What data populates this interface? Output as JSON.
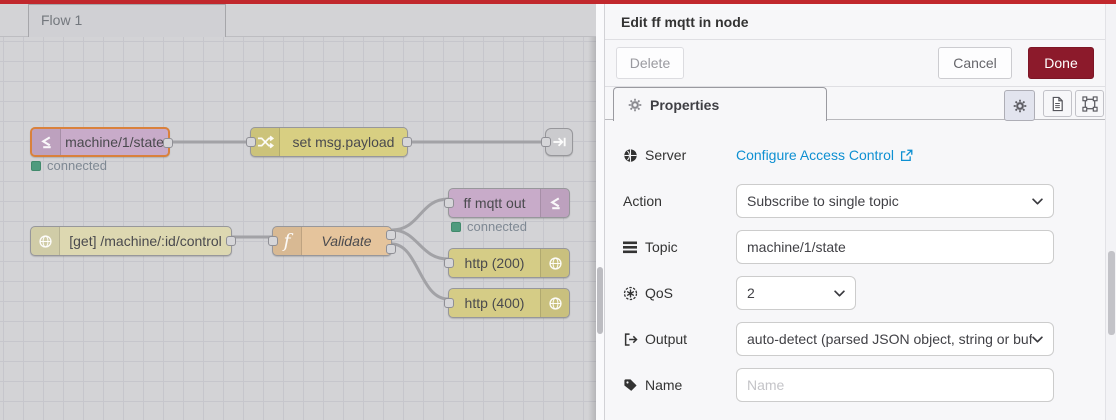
{
  "chrome": {
    "top_bar_color": "#c1282d"
  },
  "canvas": {
    "tab_label": "Flow 1",
    "nodes": [
      {
        "label": "machine/1/state",
        "type": "mqtt-in",
        "icon": "mqtt-bridge-icon",
        "status": "connected",
        "selected": true
      },
      {
        "label": "set msg.payload",
        "type": "change",
        "icon": "shuffle-icon"
      },
      {
        "label": "",
        "type": "link-out",
        "icon": "arrow-right-icon"
      },
      {
        "label": "[get] /machine/:id/control",
        "type": "http-in",
        "icon": "globe-icon"
      },
      {
        "label": "Validate",
        "type": "function",
        "icon": "function-f-icon"
      },
      {
        "label": "ff mqtt out",
        "type": "mqtt-out",
        "icon": "mqtt-bridge-icon",
        "status": "connected"
      },
      {
        "label": "http (200)",
        "type": "http-response",
        "icon": "globe-icon"
      },
      {
        "label": "http (400)",
        "type": "http-response",
        "icon": "globe-icon"
      }
    ],
    "status_color": "#4f9b7e",
    "selected_border_color": "#d9813c"
  },
  "panel": {
    "title": "Edit ff mqtt in node",
    "buttons": {
      "delete": "Delete",
      "cancel": "Cancel",
      "done": "Done"
    },
    "done_color": "#8c1a2b",
    "tab": {
      "label": "Properties",
      "icon": "gear-icon"
    },
    "toolbar_icons": [
      "gear-icon",
      "description-icon",
      "appearance-icon"
    ],
    "fields": {
      "server": {
        "label": "Server",
        "icon": "globe-icon",
        "link": "Configure Access Control",
        "link_icon": "external-link-icon",
        "link_color": "#0e90d2"
      },
      "action": {
        "label": "Action",
        "value": "Subscribe to single topic"
      },
      "topic": {
        "label": "Topic",
        "icon": "list-bars-icon",
        "value": "machine/1/state"
      },
      "qos": {
        "label": "QoS",
        "icon": "circled-asterisk-icon",
        "value": "2"
      },
      "output": {
        "label": "Output",
        "icon": "sign-out-icon",
        "value": "auto-detect (parsed JSON object, string or buffer)"
      },
      "name": {
        "label": "Name",
        "icon": "tag-icon",
        "value": "",
        "placeholder": "Name"
      }
    }
  }
}
